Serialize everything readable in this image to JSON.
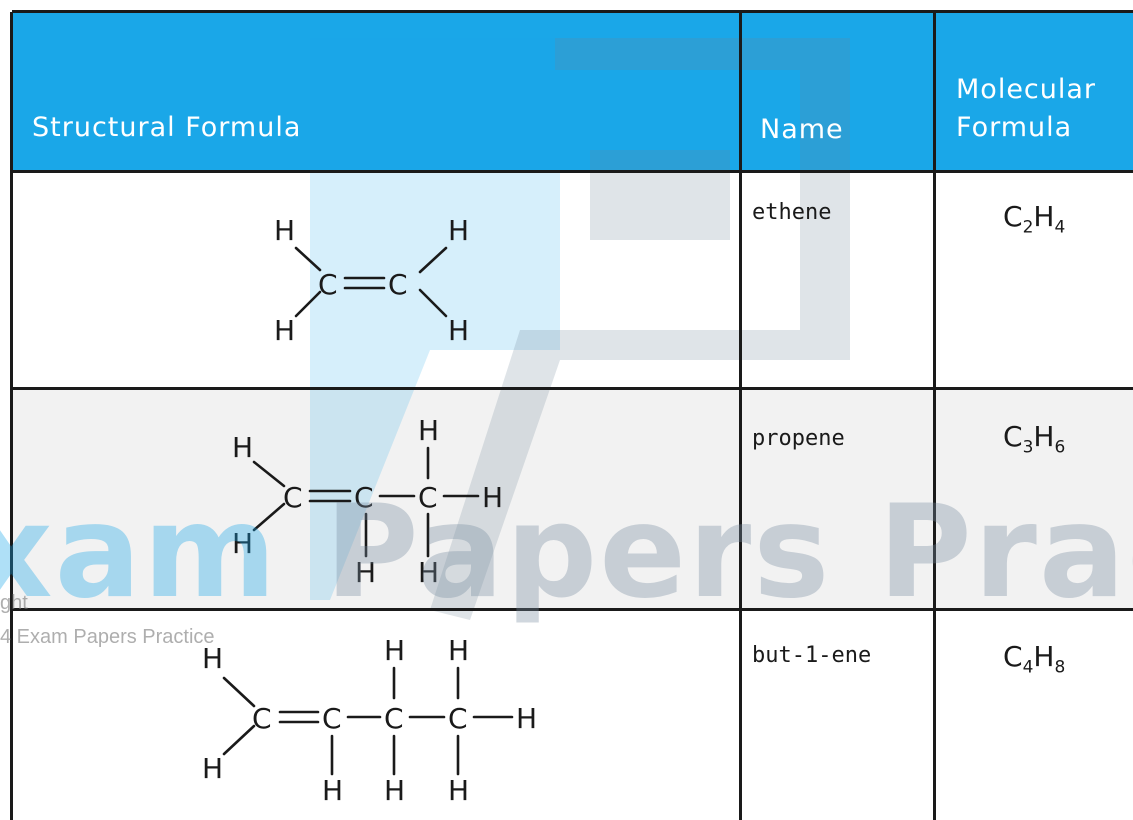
{
  "table": {
    "headers": {
      "structural_formula": "Structural Formula",
      "name": "Name",
      "molecular_formula_line1": "Molecular",
      "molecular_formula_line2": "Formula"
    },
    "rows": [
      {
        "name": "ethene",
        "formula_c": "C",
        "formula_c_sub": "2",
        "formula_h": "H",
        "formula_h_sub": "4"
      },
      {
        "name": "propene",
        "formula_c": "C",
        "formula_c_sub": "3",
        "formula_h": "H",
        "formula_h_sub": "6"
      },
      {
        "name": "but-1-ene",
        "formula_c": "C",
        "formula_c_sub": "4",
        "formula_h": "H",
        "formula_h_sub": "8"
      }
    ]
  },
  "atoms": {
    "carbon": "C",
    "hydrogen": "H"
  },
  "watermark": {
    "brand_blue": "xam",
    "brand_grey": "Papers Practic",
    "copyright_line1": "ght",
    "copyright_line2": "4 Exam Papers Practice"
  },
  "colors": {
    "header_bg": "#1aa7e8",
    "alt_row_bg": "#f2f2f2",
    "grid": "#1a1a1a"
  }
}
